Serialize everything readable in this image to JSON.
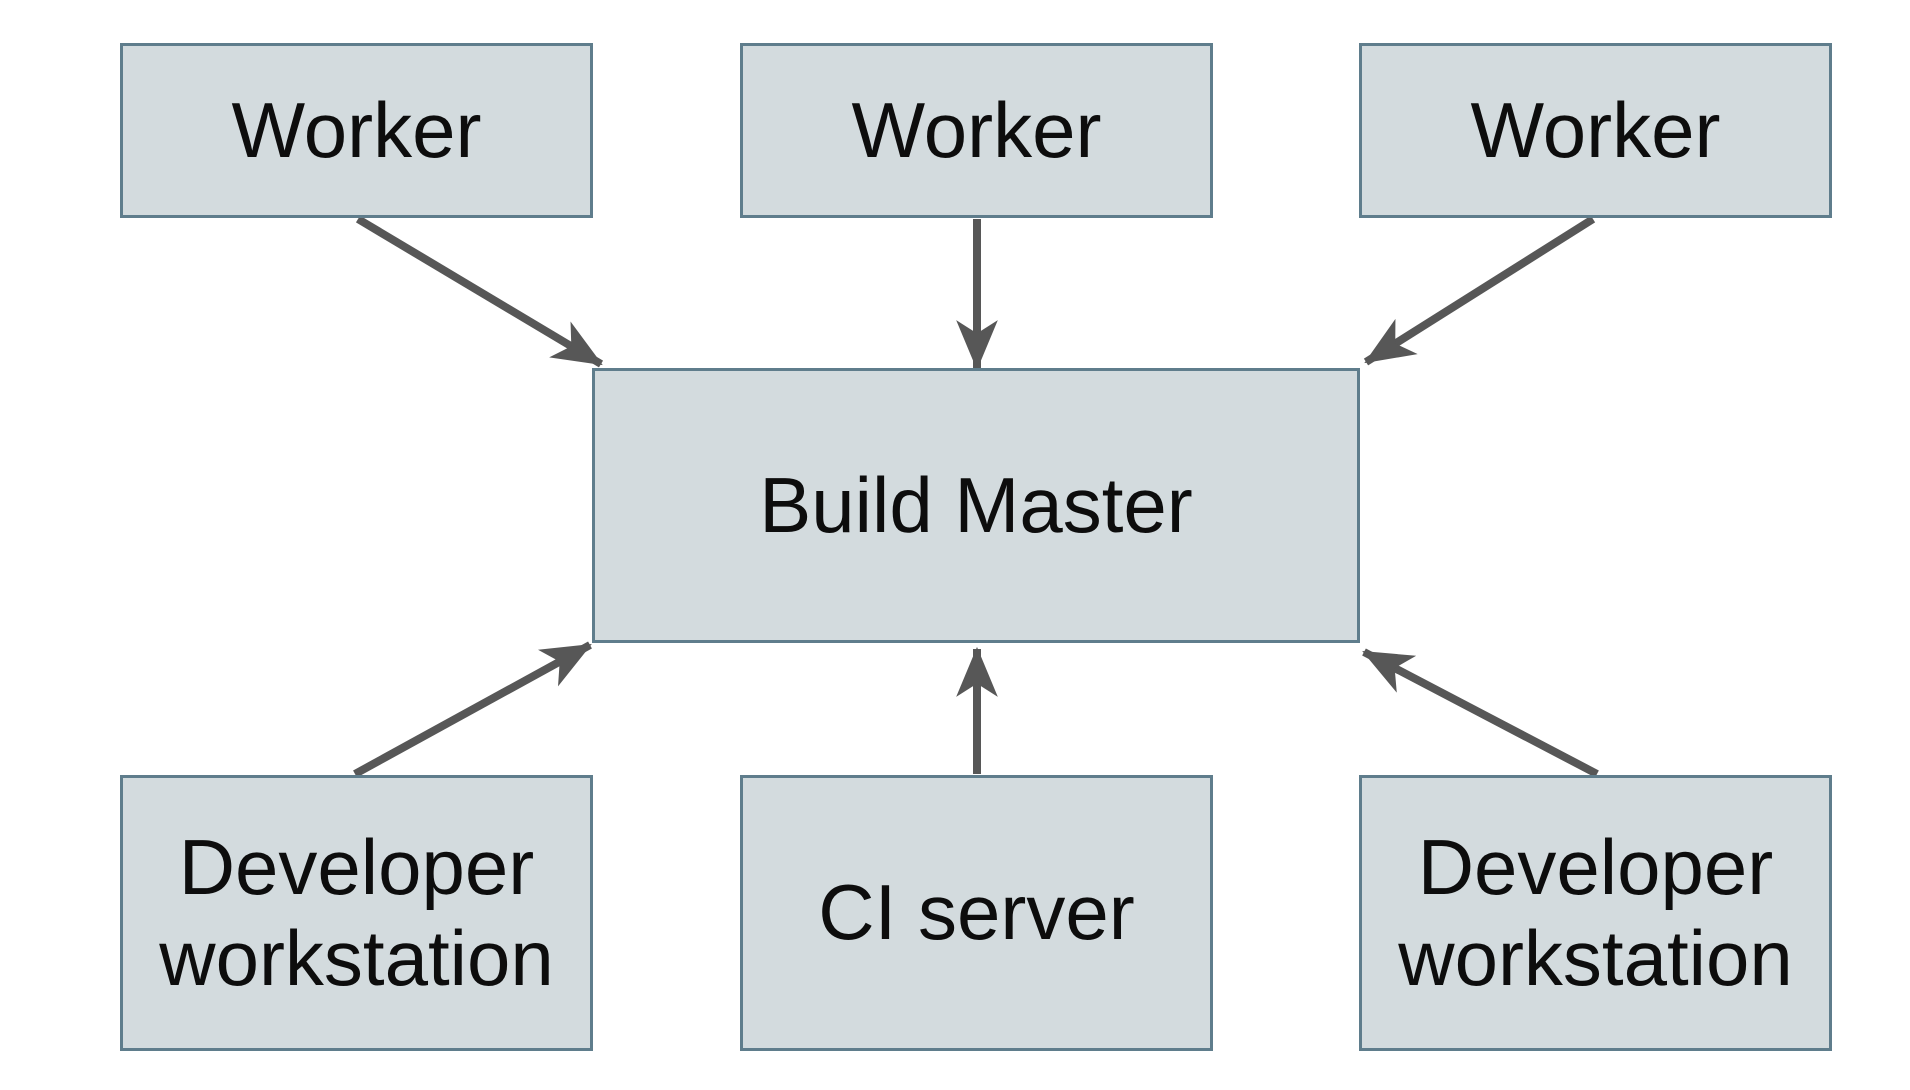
{
  "diagram": {
    "nodes": [
      {
        "id": "worker-1",
        "label": "Worker"
      },
      {
        "id": "worker-2",
        "label": "Worker"
      },
      {
        "id": "worker-3",
        "label": "Worker"
      },
      {
        "id": "build-master",
        "label": "Build Master"
      },
      {
        "id": "developer-workstation-1",
        "label": "Developer workstation"
      },
      {
        "id": "ci-server",
        "label": "CI server"
      },
      {
        "id": "developer-workstation-2",
        "label": "Developer workstation"
      }
    ],
    "edges": [
      {
        "from": "worker-1",
        "to": "build-master"
      },
      {
        "from": "worker-2",
        "to": "build-master"
      },
      {
        "from": "worker-3",
        "to": "build-master"
      },
      {
        "from": "developer-workstation-1",
        "to": "build-master"
      },
      {
        "from": "ci-server",
        "to": "build-master"
      },
      {
        "from": "developer-workstation-2",
        "to": "build-master"
      }
    ],
    "colors": {
      "node_fill": "#d3dbde",
      "node_border": "#5f7d8c",
      "arrow": "#575757",
      "text": "#0d0d0d",
      "background": "#ffffff"
    }
  }
}
